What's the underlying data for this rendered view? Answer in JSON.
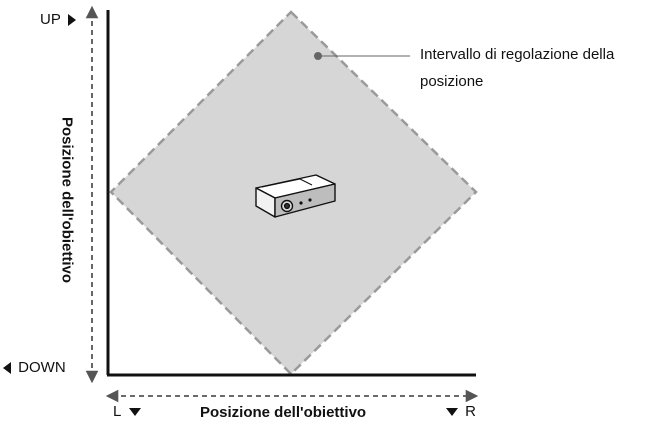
{
  "labels": {
    "up": "UP",
    "down": "DOWN",
    "left": "L",
    "right": "R",
    "x_axis_title": "Posizione dell'obiettivo",
    "y_axis_title": "Posizione dell'obiettivo",
    "callout_line1": "Intervallo di regolazione della",
    "callout_line2": "posizione"
  },
  "colors": {
    "range_fill": "#d6d6d6",
    "range_border": "#9a9a9a",
    "axis": "#111111"
  },
  "icons": {
    "center": "projector-icon",
    "up_marker": "triangle-right-icon",
    "down_marker": "triangle-left-icon",
    "left_marker": "triangle-down-icon",
    "right_marker": "triangle-down-icon"
  }
}
